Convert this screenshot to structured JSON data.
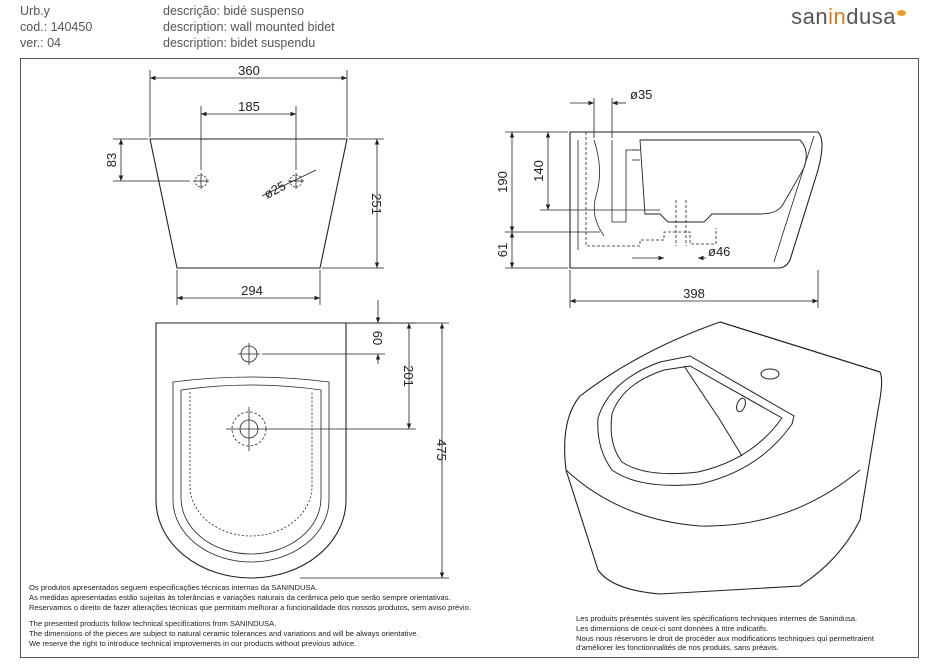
{
  "header": {
    "meta": [
      "Urb.y",
      "cod.: 140450",
      "ver.: 04"
    ],
    "descriptions": [
      "descrição: bidé suspenso",
      "description: wall mounted bidet",
      "description: bidet suspendu"
    ],
    "logo_left": "san",
    "logo_accent": "in",
    "logo_right": "dusa",
    "brand_color": "#e07a1f"
  },
  "dimensions": {
    "front_top_width": "360",
    "front_hole_spacing": "185",
    "front_hole_height": "83",
    "front_hole_diameter": "ø25",
    "front_height": "251",
    "front_bottom_width": "294",
    "side_top_hole": "ø35",
    "side_height_190": "190",
    "side_height_140": "140",
    "side_height_61": "61",
    "side_drain": "ø46",
    "side_depth": "398",
    "top_tap_offset": "60",
    "top_drain_offset": "201",
    "top_length": "475"
  },
  "notes": {
    "pt": [
      "Os produtos apresentados seguem especificações técnicas internas da SANINDUSA.",
      "As medidas apresentadas estão sujeitas às tolerâncias e variações naturais da cerâmica pelo que serão sempre orientativas.",
      "Reservamos o direito de fazer alterações técnicas que permitam melhorar a funcionalidade dos nossos produtos, sem aviso prévio."
    ],
    "en": [
      "The presented products follow technical specifications from SANINDUSA.",
      "The dimensions of the pieces are subject to natural ceramic tolerances and variations and will be always orientative.",
      "We reserve the right to introduce technical improvements in our products without previous advice."
    ],
    "fr": [
      "Les produits présentés suivent les spécifications techniques internes de Sanindusa.",
      "Les dimensions de ceux-ci sont données à titre indicatifs.",
      "Nous nous réservons le droit de procéder aux modifications techniques qui permettraient",
      "d'améliorer les fonctionnalités de nos produits, sans préavis."
    ]
  }
}
